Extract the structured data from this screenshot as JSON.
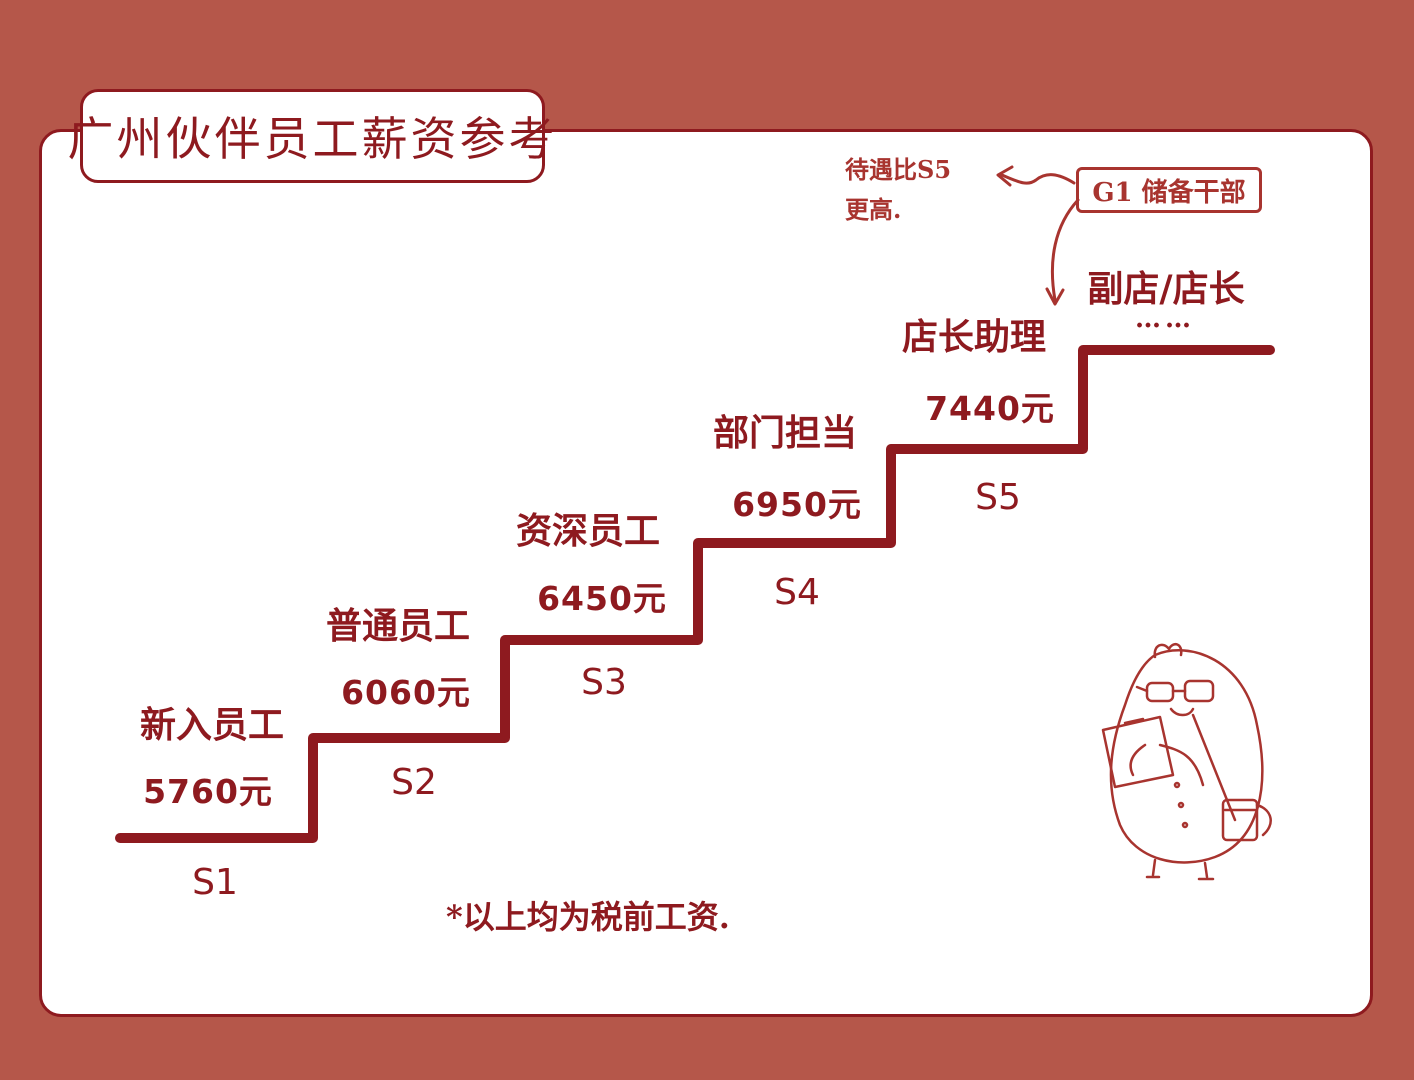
{
  "title": "广州伙伴员工薪资参考",
  "levels": [
    {
      "level": "S1",
      "role": "新入员工",
      "salary": "5760元"
    },
    {
      "level": "S2",
      "role": "普通员工",
      "salary": "6060元"
    },
    {
      "level": "S3",
      "role": "资深员工",
      "salary": "6450元"
    },
    {
      "level": "S4",
      "role": "部门担当",
      "salary": "6950元"
    },
    {
      "level": "S5",
      "role": "店长助理",
      "salary": "7440元"
    }
  ],
  "top_step": {
    "role": "副店/店长",
    "ellipsis": "……"
  },
  "g1": {
    "label": "G1 储备干部",
    "note_line1": "待遇比S5",
    "note_line2": "更高."
  },
  "footnote": "*以上均为税前工资.",
  "colors": {
    "background": "#b5574a",
    "ink": "#8e1a1f",
    "accent": "#a8342f",
    "card": "#ffffff"
  },
  "icons": [
    "mascot-bird-icon",
    "arrow-left-icon",
    "arrow-down-icon"
  ]
}
